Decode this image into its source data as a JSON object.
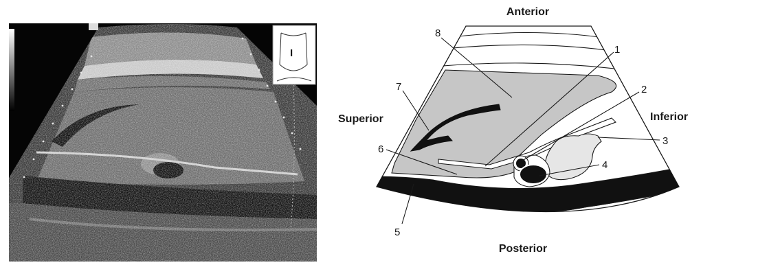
{
  "diagram": {
    "orientation": {
      "anterior": "Anterior",
      "posterior": "Posterior",
      "superior": "Superior",
      "inferior": "Inferior"
    },
    "labels": [
      "1",
      "2",
      "3",
      "4",
      "5",
      "6",
      "7",
      "8"
    ]
  },
  "scan": {
    "marker": "I"
  }
}
